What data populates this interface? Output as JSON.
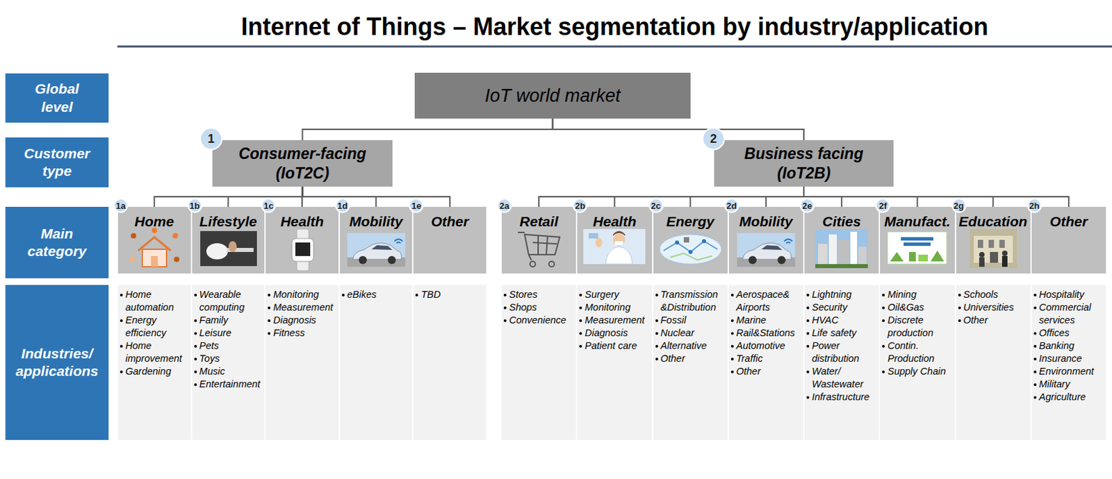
{
  "diagram": {
    "title": "Internet of Things – Market segmentation by industry/application",
    "nodes": [
      {
        "text": [
          "Global level"
        ]
      },
      {
        "text": [
          "IoT world market"
        ]
      },
      {
        "text": [
          "Customer type"
        ]
      },
      {
        "text": [
          "Consumer-facing (IoT2C)"
        ]
      },
      {
        "text": [
          "Business facing (IoT2B)"
        ]
      },
      {
        "text": [
          "Main category"
        ]
      },
      {
        "text": [
          "Home"
        ]
      },
      {
        "text": [
          "Lifestyle"
        ]
      },
      {
        "text": [
          "Health"
        ]
      },
      {
        "text": [
          "Mobility"
        ]
      },
      {
        "text": [
          "Other"
        ]
      },
      {
        "text": [
          "Retail"
        ]
      },
      {
        "text": [
          "Health"
        ]
      },
      {
        "text": [
          "Energy"
        ]
      },
      {
        "text": [
          "Mobility"
        ]
      },
      {
        "text": [
          "Cities"
        ]
      },
      {
        "text": [
          "Manufact."
        ]
      },
      {
        "text": [
          "Education"
        ]
      },
      {
        "text": [
          "Other"
        ]
      },
      {
        "text": [
          "Industries/ applications"
        ]
      },
      {
        "text": [
          "Home automation",
          "Energy efficiency",
          "Home improvement",
          "Gardening"
        ]
      },
      {
        "text": [
          "Wearable computing",
          "Family",
          "Leisure",
          "Pets",
          "Toys",
          "Music",
          "Entertainment"
        ]
      },
      {
        "text": [
          "Monitoring",
          "Measurement",
          "Diagnosis",
          "Fitness"
        ]
      },
      {
        "text": [
          "eBikes"
        ]
      },
      {
        "text": [
          "TBD"
        ]
      },
      {
        "text": [
          "Stores",
          "Shops",
          "Convenience"
        ]
      },
      {
        "text": [
          "Surgery",
          "Monitoring",
          "Measurement",
          "Diagnosis",
          "Patient care"
        ]
      },
      {
        "text": [
          "Transmission &Distribution",
          "Fossil",
          "Nuclear",
          "Alternative",
          "Other"
        ]
      },
      {
        "text": [
          "Aerospace& Airports",
          "Marine",
          "Rail&Stations",
          "Automotive",
          "Traffic",
          "Other"
        ]
      },
      {
        "text": [
          "Lightning",
          "Security",
          "HVAC",
          "Life safety",
          "Power distribution",
          "Water/ Wastewater",
          "Infrastructure"
        ]
      },
      {
        "text": [
          "Mining",
          "Oil&Gas",
          "Discrete production",
          "Contin. Production",
          "Supply Chain"
        ]
      },
      {
        "text": [
          "Schools",
          "Universities",
          "Other"
        ]
      },
      {
        "text": [
          "Hospitality",
          "Commercial services",
          "Offices",
          "Banking",
          "Insurance",
          "Environment",
          "Military",
          "Agriculture"
        ]
      }
    ],
    "edges": [
      {
        "from": 1,
        "to": 3,
        "arrow": "none"
      },
      {
        "from": 1,
        "to": 4,
        "arrow": "none"
      },
      {
        "from": 3,
        "to": 6,
        "arrow": "none"
      },
      {
        "from": 3,
        "to": 7,
        "arrow": "none"
      },
      {
        "from": 3,
        "to": 8,
        "arrow": "none"
      },
      {
        "from": 3,
        "to": 9,
        "arrow": "none"
      },
      {
        "from": 3,
        "to": 10,
        "arrow": "none"
      },
      {
        "from": 4,
        "to": 11,
        "arrow": "none"
      },
      {
        "from": 4,
        "to": 12,
        "arrow": "none"
      },
      {
        "from": 4,
        "to": 13,
        "arrow": "none"
      },
      {
        "from": 4,
        "to": 14,
        "arrow": "none"
      },
      {
        "from": 4,
        "to": 15,
        "arrow": "none"
      },
      {
        "from": 4,
        "to": 16,
        "arrow": "none"
      },
      {
        "from": 4,
        "to": 17,
        "arrow": "none"
      },
      {
        "from": 4,
        "to": 18,
        "arrow": "none"
      }
    ],
    "labels": [
      "1",
      "2",
      "1a",
      "1b",
      "1c",
      "1d",
      "1e",
      "2a",
      "2b",
      "2c",
      "2d",
      "2e",
      "2f",
      "2g",
      "2h"
    ]
  }
}
